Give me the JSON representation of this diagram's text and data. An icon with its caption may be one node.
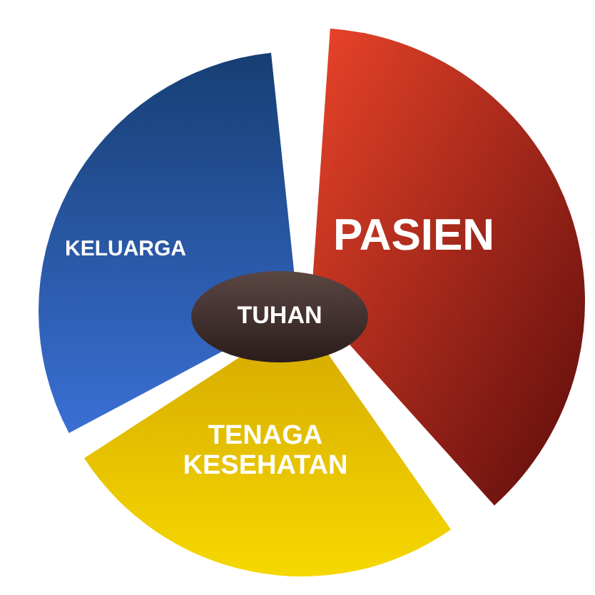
{
  "diagram": {
    "nodes": [
      {
        "text": [
          "KELUARGA"
        ]
      },
      {
        "text": [
          "PASIEN"
        ]
      },
      {
        "text": [
          "TUHAN"
        ]
      },
      {
        "text": [
          "TENAGA KESEHATAN"
        ]
      }
    ]
  }
}
